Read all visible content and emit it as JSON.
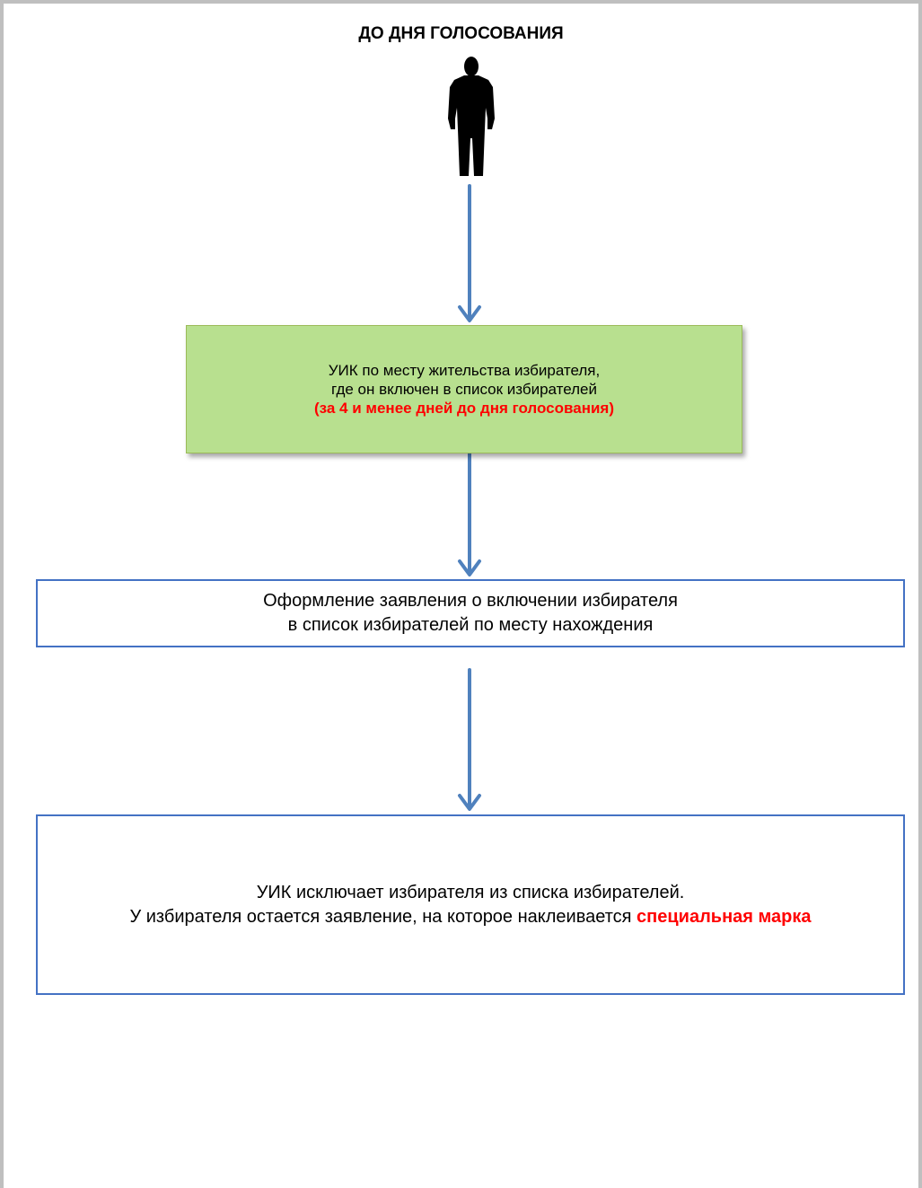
{
  "title": "ДО ДНЯ ГОЛОСОВАНИЯ",
  "icons": {
    "person": "person-silhouette-icon"
  },
  "colors": {
    "green_box": "#b8e08f",
    "box_border": "#4472c4",
    "arrow": "#4f81bd",
    "highlight": "#ff0000"
  },
  "steps": [
    {
      "line1": "УИК по месту жительства избирателя,",
      "line2": "где он включен в список избирателей",
      "highlight": "(за 4 и менее дней до дня голосования)"
    },
    {
      "line1": "Оформление заявления о включении избирателя",
      "line2": "в список избирателей по месту нахождения"
    },
    {
      "line1": "УИК исключает избирателя из списка избирателей.",
      "line2_prefix": "У избирателя остается заявление, на которое наклеивается",
      "highlight": "специальная марка"
    }
  ]
}
